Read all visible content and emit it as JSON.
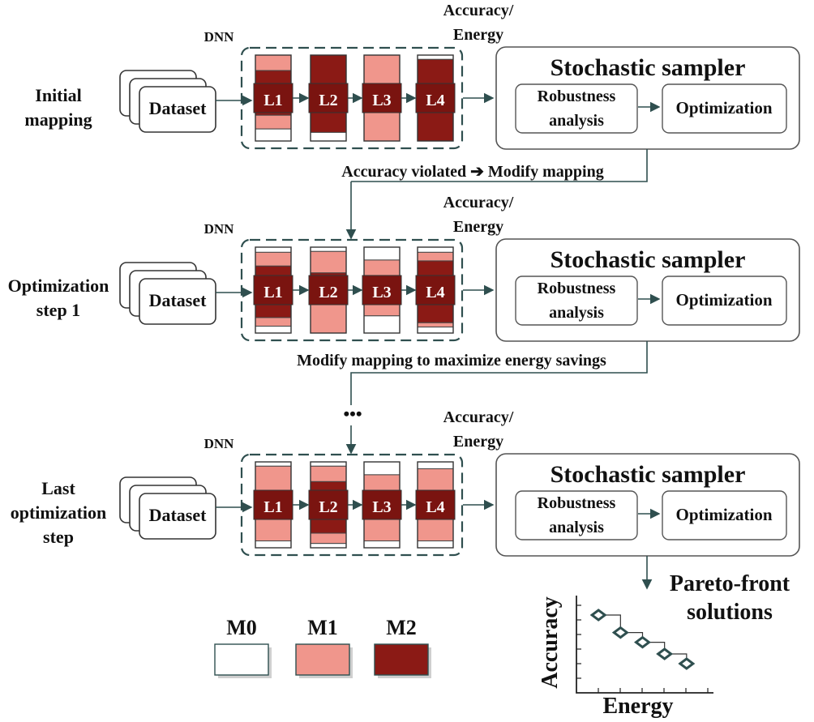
{
  "stages": [
    {
      "label_lines": [
        "Initial",
        "mapping"
      ],
      "dataset_label": "Dataset",
      "dnn_label": "DNN",
      "metric_lines": [
        "Accuracy/",
        "Energy"
      ],
      "sampler_title": "Stochastic sampler",
      "robustness_lines": [
        "Robustness",
        "analysis"
      ],
      "optimization_label": "Optimization",
      "layers": [
        {
          "name": "L1",
          "mix": [
            [
              "M1",
              0.18
            ],
            [
              "M2",
              0.52
            ],
            [
              "M1",
              0.16
            ],
            [
              "M0",
              0.14
            ]
          ]
        },
        {
          "name": "L2",
          "mix": [
            [
              "M2",
              0.9
            ],
            [
              "M0",
              0.1
            ]
          ]
        },
        {
          "name": "L3",
          "mix": [
            [
              "M1",
              0.35
            ],
            [
              "M2",
              0.27
            ],
            [
              "M1",
              0.38
            ]
          ]
        },
        {
          "name": "L4",
          "mix": [
            [
              "M0",
              0.05
            ],
            [
              "M2",
              0.95
            ]
          ]
        }
      ]
    },
    {
      "label_lines": [
        "Optimization",
        "step 1"
      ],
      "dataset_label": "Dataset",
      "dnn_label": "DNN",
      "metric_lines": [
        "Accuracy/",
        "Energy"
      ],
      "sampler_title": "Stochastic sampler",
      "robustness_lines": [
        "Robustness",
        "analysis"
      ],
      "optimization_label": "Optimization",
      "layers": [
        {
          "name": "L1",
          "mix": [
            [
              "M0",
              0.06
            ],
            [
              "M1",
              0.16
            ],
            [
              "M2",
              0.6
            ],
            [
              "M1",
              0.1
            ],
            [
              "M0",
              0.08
            ]
          ]
        },
        {
          "name": "L2",
          "mix": [
            [
              "M0",
              0.05
            ],
            [
              "M1",
              0.25
            ],
            [
              "M2",
              0.3
            ],
            [
              "M1",
              0.4
            ]
          ]
        },
        {
          "name": "L3",
          "mix": [
            [
              "M0",
              0.15
            ],
            [
              "M1",
              0.18
            ],
            [
              "M2",
              0.22
            ],
            [
              "M1",
              0.25
            ],
            [
              "M0",
              0.2
            ]
          ]
        },
        {
          "name": "L4",
          "mix": [
            [
              "M0",
              0.06
            ],
            [
              "M1",
              0.1
            ],
            [
              "M2",
              0.72
            ],
            [
              "M1",
              0.05
            ],
            [
              "M0",
              0.07
            ]
          ]
        }
      ]
    },
    {
      "label_lines": [
        "Last",
        "optimization",
        "step"
      ],
      "dataset_label": "Dataset",
      "dnn_label": "DNN",
      "metric_lines": [
        "Accuracy/",
        "Energy"
      ],
      "sampler_title": "Stochastic sampler",
      "robustness_lines": [
        "Robustness",
        "analysis"
      ],
      "optimization_label": "Optimization",
      "layers": [
        {
          "name": "L1",
          "mix": [
            [
              "M0",
              0.05
            ],
            [
              "M1",
              0.3
            ],
            [
              "M2",
              0.22
            ],
            [
              "M1",
              0.35
            ],
            [
              "M0",
              0.08
            ]
          ]
        },
        {
          "name": "L2",
          "mix": [
            [
              "M0",
              0.05
            ],
            [
              "M1",
              0.18
            ],
            [
              "M2",
              0.6
            ],
            [
              "M1",
              0.12
            ],
            [
              "M0",
              0.05
            ]
          ]
        },
        {
          "name": "L3",
          "mix": [
            [
              "M0",
              0.15
            ],
            [
              "M1",
              0.2
            ],
            [
              "M2",
              0.25
            ],
            [
              "M1",
              0.32
            ],
            [
              "M0",
              0.08
            ]
          ]
        },
        {
          "name": "L4",
          "mix": [
            [
              "M0",
              0.08
            ],
            [
              "M1",
              0.27
            ],
            [
              "M2",
              0.3
            ],
            [
              "M1",
              0.27
            ],
            [
              "M0",
              0.08
            ]
          ]
        }
      ]
    }
  ],
  "transitions": [
    "Accuracy violated ➔ Modify mapping",
    "Modify mapping to maximize energy savings"
  ],
  "ellipsis": "•••",
  "legend": [
    {
      "key": "M0",
      "label": "M0",
      "color": "#ffffff"
    },
    {
      "key": "M1",
      "label": "M1",
      "color": "#f0968c"
    },
    {
      "key": "M2",
      "label": "M2",
      "color": "#8b1a15"
    }
  ],
  "pareto": {
    "title_lines": [
      "Pareto-front",
      "solutions"
    ],
    "x_label": "Energy",
    "y_label": "Accuracy",
    "points": [
      [
        1,
        0.8
      ],
      [
        2,
        0.62
      ],
      [
        3,
        0.52
      ],
      [
        4,
        0.4
      ],
      [
        5,
        0.3
      ]
    ],
    "x_range": [
      0,
      6
    ],
    "y_range": [
      0,
      1
    ]
  },
  "colors": {
    "line": "#2f4f4f",
    "box_border": "#555555",
    "m2_label_bg": "#7a1410"
  }
}
